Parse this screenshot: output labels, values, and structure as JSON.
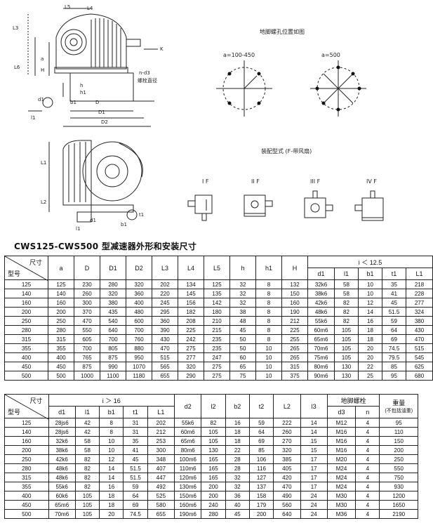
{
  "drawings": {
    "top_left_labels": [
      "L5",
      "L3",
      "L4",
      "a",
      "K",
      "H",
      "h",
      "h1",
      "L6",
      "n-d3",
      "螺栓直径",
      "b1",
      "D",
      "D1",
      "D2",
      "l1",
      "d1"
    ],
    "mid_left_labels": [
      "L1",
      "L2",
      "d1",
      "b1",
      "t1",
      "l1"
    ],
    "foot_hole_title": "地脚螺孔位置如图",
    "foot_hole_left": "a=100-450",
    "foot_hole_right": "a=500",
    "assembly_title": "装配型式 (F-带风扇)",
    "assembly_types": [
      "I F",
      "II F",
      "III F",
      "IV F"
    ]
  },
  "section_title": "CWS125-CWS500 型减速器外形和安装尺寸",
  "table1": {
    "corner_top": "尺寸",
    "corner_bottom": "型号",
    "headers": [
      "a",
      "D",
      "D1",
      "D2",
      "L3",
      "L4",
      "L5",
      "h",
      "h1",
      "H"
    ],
    "ratio_group": "i ＜ 12.5",
    "ratio_headers": [
      "d1",
      "l1",
      "b1",
      "t1",
      "L1"
    ],
    "rows": [
      [
        "125",
        "125",
        "230",
        "280",
        "320",
        "202",
        "134",
        "125",
        "32",
        "8",
        "132",
        "32k6",
        "58",
        "10",
        "35",
        "218"
      ],
      [
        "140",
        "140",
        "260",
        "320",
        "360",
        "220",
        "145",
        "135",
        "32",
        "8",
        "150",
        "38k6",
        "58",
        "10",
        "41",
        "228"
      ],
      [
        "160",
        "160",
        "300",
        "380",
        "400",
        "245",
        "156",
        "142",
        "32",
        "8",
        "160",
        "42k6",
        "82",
        "12",
        "45",
        "277"
      ],
      [
        "200",
        "200",
        "370",
        "435",
        "480",
        "295",
        "182",
        "180",
        "38",
        "8",
        "190",
        "48k6",
        "82",
        "14",
        "51.5",
        "324"
      ],
      [
        "250",
        "250",
        "470",
        "540",
        "600",
        "360",
        "208",
        "210",
        "48",
        "8",
        "212",
        "55k6",
        "82",
        "16",
        "59",
        "380"
      ],
      [
        "280",
        "280",
        "550",
        "640",
        "700",
        "390",
        "225",
        "215",
        "45",
        "8",
        "225",
        "60m6",
        "105",
        "18",
        "64",
        "430"
      ],
      [
        "315",
        "315",
        "605",
        "700",
        "760",
        "430",
        "242",
        "235",
        "50",
        "8",
        "255",
        "65m6",
        "105",
        "18",
        "69",
        "470"
      ],
      [
        "355",
        "355",
        "700",
        "805",
        "880",
        "470",
        "275",
        "235",
        "50",
        "10",
        "265",
        "70m6",
        "105",
        "20",
        "74.5",
        "515"
      ],
      [
        "400",
        "400",
        "765",
        "875",
        "950",
        "515",
        "277",
        "247",
        "60",
        "10",
        "265",
        "75m6",
        "105",
        "20",
        "79.5",
        "545"
      ],
      [
        "450",
        "450",
        "875",
        "990",
        "1070",
        "565",
        "320",
        "275",
        "65",
        "10",
        "315",
        "80m6",
        "130",
        "22",
        "85",
        "625"
      ],
      [
        "500",
        "500",
        "1000",
        "1100",
        "1180",
        "655",
        "290",
        "275",
        "75",
        "10",
        "375",
        "90m6",
        "130",
        "25",
        "95",
        "680"
      ]
    ]
  },
  "table2": {
    "corner_top": "尺寸",
    "corner_bottom": "型号",
    "ratio_group": "i ＞ 16",
    "ratio_headers": [
      "d1",
      "l1",
      "b1",
      "t1",
      "L1"
    ],
    "headers": [
      "d2",
      "l2",
      "b2",
      "t2",
      "L2",
      "l3"
    ],
    "bolt_group": "地脚螺栓",
    "bolt_headers": [
      "d3",
      "n"
    ],
    "weight_header_1": "重量",
    "weight_header_2": "(不包括油重)",
    "rows": [
      [
        "125",
        "28js6",
        "42",
        "8",
        "31",
        "202",
        "55k6",
        "82",
        "16",
        "59",
        "222",
        "14",
        "M12",
        "4",
        "95"
      ],
      [
        "140",
        "28js6",
        "42",
        "8",
        "31",
        "212",
        "60m6",
        "105",
        "18",
        "64",
        "260",
        "14",
        "M16",
        "4",
        "110"
      ],
      [
        "160",
        "32k6",
        "58",
        "10",
        "35",
        "253",
        "65m6",
        "105",
        "18",
        "69",
        "270",
        "15",
        "M16",
        "4",
        "150"
      ],
      [
        "200",
        "38k6",
        "58",
        "10",
        "41",
        "300",
        "80m6",
        "130",
        "22",
        "85",
        "320",
        "15",
        "M16",
        "4",
        "200"
      ],
      [
        "250",
        "42k6",
        "82",
        "12",
        "45",
        "348",
        "100m6",
        "165",
        "28",
        "106",
        "385",
        "17",
        "M20",
        "4",
        "250"
      ],
      [
        "280",
        "48k6",
        "82",
        "14",
        "51.5",
        "407",
        "110m6",
        "165",
        "28",
        "116",
        "405",
        "17",
        "M24",
        "4",
        "550"
      ],
      [
        "315",
        "48k6",
        "82",
        "14",
        "51.5",
        "447",
        "120m6",
        "165",
        "32",
        "127",
        "420",
        "17",
        "M24",
        "4",
        "750"
      ],
      [
        "355",
        "55k6",
        "82",
        "16",
        "59",
        "492",
        "130m6",
        "200",
        "32",
        "137",
        "470",
        "17",
        "M24",
        "4",
        "930"
      ],
      [
        "400",
        "60k6",
        "105",
        "18",
        "64",
        "525",
        "150m6",
        "200",
        "36",
        "158",
        "490",
        "24",
        "M30",
        "4",
        "1200"
      ],
      [
        "450",
        "65m6",
        "105",
        "18",
        "69",
        "580",
        "160m6",
        "240",
        "40",
        "179",
        "560",
        "24",
        "M30",
        "4",
        "1650"
      ],
      [
        "500",
        "70m6",
        "105",
        "20",
        "74.5",
        "655",
        "190m6",
        "280",
        "45",
        "200",
        "640",
        "24",
        "M36",
        "4",
        "2190"
      ]
    ]
  }
}
